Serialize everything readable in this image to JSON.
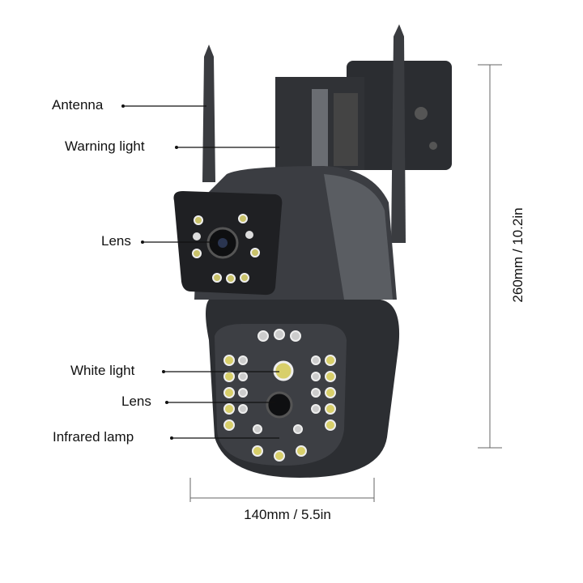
{
  "labels": {
    "antenna": "Antenna",
    "warning_light": "Warning light",
    "lens_top": "Lens",
    "white_light": "White light",
    "lens_bottom": "Lens",
    "infrared_lamp": "Infrared lamp"
  },
  "dimensions": {
    "height": "260mm / 10.2in",
    "width": "140mm / 5.5in"
  }
}
